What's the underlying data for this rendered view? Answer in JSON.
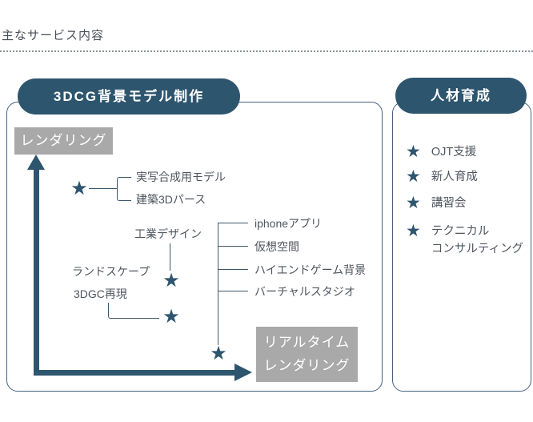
{
  "header": {
    "title": "主なサービス内容"
  },
  "colors": {
    "accent": "#2E556E",
    "gray_box": "#A9A9A9",
    "connector": "#3E576B",
    "panel_border": "#446180"
  },
  "icons": {
    "star": "★"
  },
  "production": {
    "title": "3DCG背景モデル制作",
    "y_axis_label": "レンダリング",
    "x_axis_label_line1": "リアルタイム",
    "x_axis_label_line2": "レンダリング",
    "items": {
      "live_action_model": "実写合成用モデル",
      "arch_3d_perspective": "建築3Dパース",
      "industrial_design": "工業デザイン",
      "landscape": "ランドスケープ",
      "reproduction_3dgc": "3DGC再現",
      "iphone_app": "iphoneアプリ",
      "virtual_space": "仮想空間",
      "highend_game_bg": "ハイエンドゲーム背景",
      "virtual_studio": "バーチャルスタジオ"
    }
  },
  "training": {
    "title": "人材育成",
    "items": [
      {
        "label": "OJT支援"
      },
      {
        "label": "新人育成"
      },
      {
        "label": "講習会"
      },
      {
        "label": "テクニカル",
        "label2": "コンサルティング"
      }
    ]
  }
}
